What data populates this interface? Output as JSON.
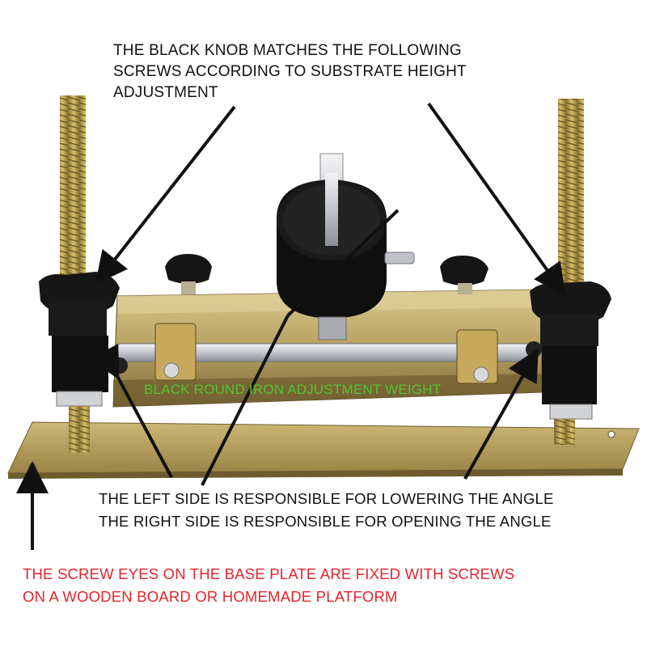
{
  "annotations": {
    "knob_note": [
      "THE BLACK KNOB MATCHES THE  FOLLOWING",
      "SCREWS ACCORDING TO SUBSTRATE HEIGHT",
      "ADJUSTMENT"
    ],
    "weight_note": "BLACK ROUND IRON ADJUSTMENT WEIGHT",
    "side_note": [
      "THE LEFT SIDE IS RESPONSIBLE FOR LOWERING THE ANGLE",
      "THE RIGHT SIDE IS RESPONSIBLE FOR OPENING THE ANGLE"
    ],
    "base_note": [
      "THE SCREW EYES ON THE BASE PLATE ARE FIXED WITH SCREWS",
      "ON A WOODEN BOARD OR HOMEMADE PLATFORM"
    ]
  },
  "colors": {
    "brass": "#b8a46a",
    "brass_dark": "#7d6a3a",
    "knob_black": "#141414",
    "steel": "#c9ccd0",
    "note_green": "#55c232",
    "note_red": "#e8232a"
  }
}
